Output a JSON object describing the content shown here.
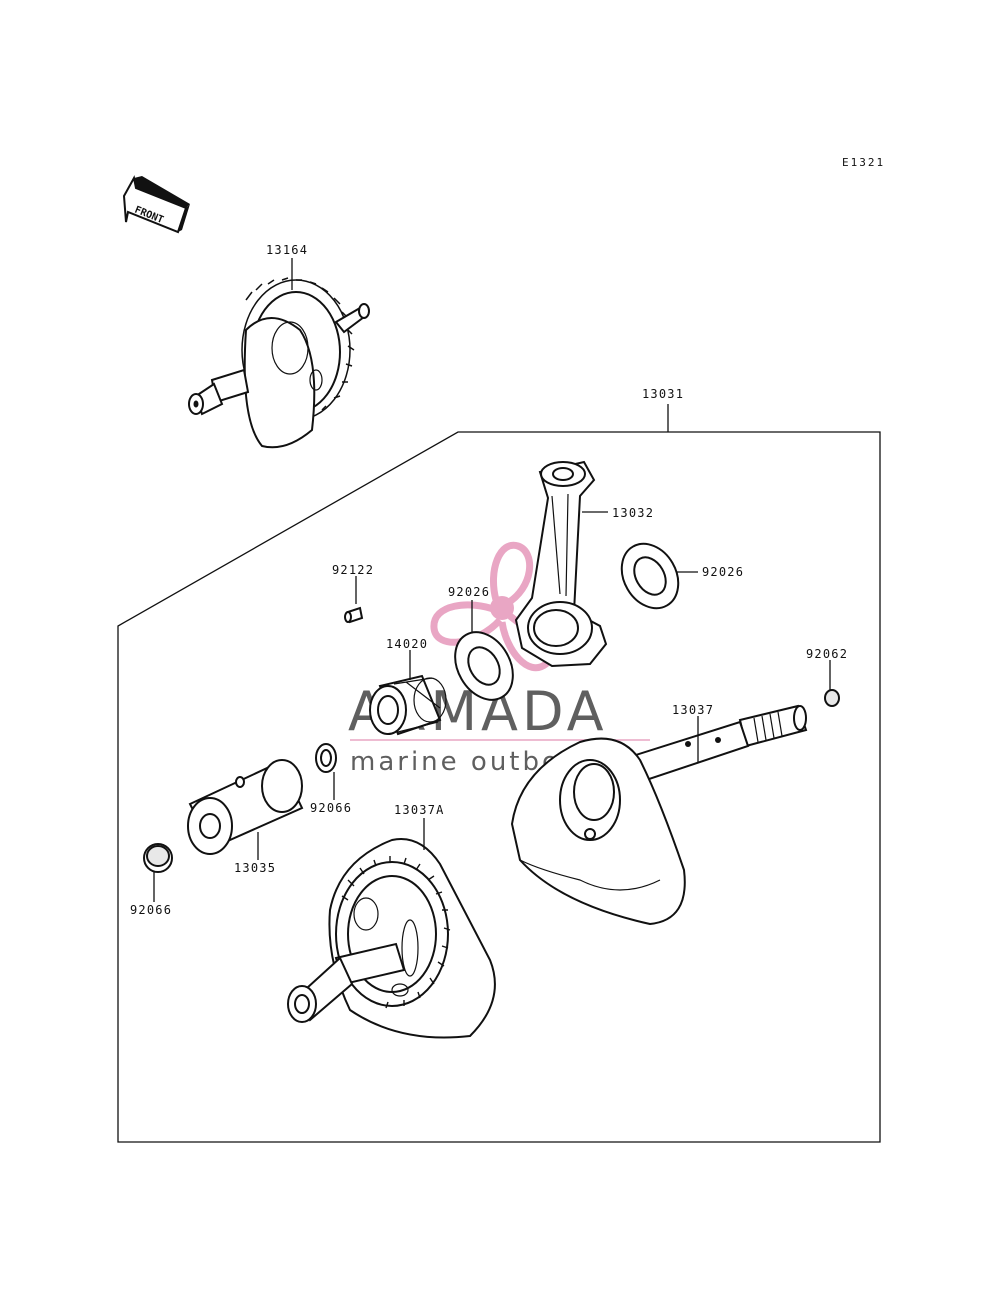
{
  "diagram_code": "E1321",
  "front_label": "FRONT",
  "watermark": {
    "brand": "ARMADA",
    "tagline": "marine outboards",
    "accent": "#e9a6c4"
  },
  "parts": {
    "crankshaft_assy_left": "13164",
    "crankshaft_assy": "13031",
    "connecting_rod": "13032",
    "washer_right": "92026",
    "washer_left": "92026",
    "pin": "92122",
    "needle_bearing": "14020",
    "plug_top": "92062",
    "crankshaft_right": "13037",
    "bushing_small": "92066",
    "crank_pin": "13035",
    "plug_bottom": "92066",
    "crankshaft_left": "13037A"
  },
  "colors": {
    "line": "#111111",
    "background": "#ffffff"
  }
}
